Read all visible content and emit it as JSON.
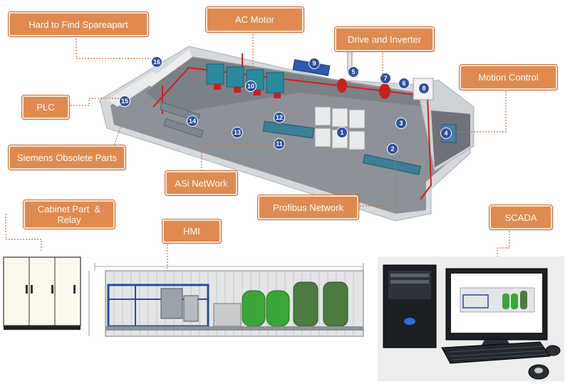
{
  "labels": {
    "hard_to_find": "Hard to Find Spareapart",
    "ac_motor": "AC Motor",
    "drive_inverter": "Drive and Inverter",
    "motion_control": "Motion Control",
    "plc": "PLC",
    "siemens_obsolete": "Siemens Obsolete Parts",
    "asi_network": "ASi NetWork",
    "profibus": "Profibus Network",
    "cabinet_line1": "Cabinet Part  &",
    "cabinet_line2": "Relay",
    "hmi": "HMI",
    "scada": "SCADA"
  },
  "markers": [
    "1",
    "2",
    "3",
    "4",
    "5",
    "6",
    "7",
    "8",
    "9",
    "10",
    "11",
    "12",
    "13",
    "14",
    "15",
    "16"
  ],
  "colors": {
    "label_fill": "#e08a4f",
    "label_border": "#fbe3cf",
    "connector": "#c9703a",
    "marker": "#2e4f9e",
    "floor": "#8a8f96",
    "tank_green": "#3aa63a"
  }
}
